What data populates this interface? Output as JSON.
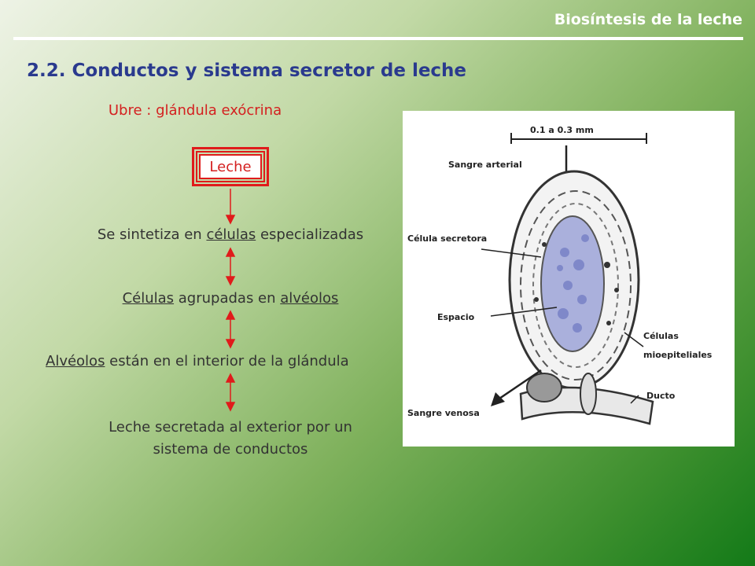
{
  "header": {
    "title": "Biosíntesis de la leche"
  },
  "section_title": "2.2. Conductos y sistema secretor de leche",
  "subtitle": "Ubre : glándula exócrina",
  "flow": {
    "box_label": "Leche",
    "step1": {
      "pre": "Se sintetiza en ",
      "u": "células",
      "post": " especializadas"
    },
    "step2": {
      "u1": "Células",
      "mid": " agrupadas en ",
      "u2": "alvéolos"
    },
    "step3": {
      "u": "Alvéolos",
      "post": " están en el interior de la glándula"
    },
    "step4": {
      "line1": "Leche secretada al exterior por un",
      "line2": "sistema de conductos"
    }
  },
  "figure": {
    "scale": "0.1 a 0.3 mm",
    "labels": {
      "sangre_arterial": "Sangre arterial",
      "celula_secretora": "Célula secretora",
      "espacio": "Espacio",
      "celulas_mioepiteliales_1": "Células",
      "celulas_mioepiteliales_2": "mioepiteliales",
      "ducto": "Ducto",
      "sangre_venosa": "Sangre venosa"
    }
  },
  "colors": {
    "accent": "#e01b1b",
    "title": "#2a3a8e",
    "header": "#ffffff"
  }
}
